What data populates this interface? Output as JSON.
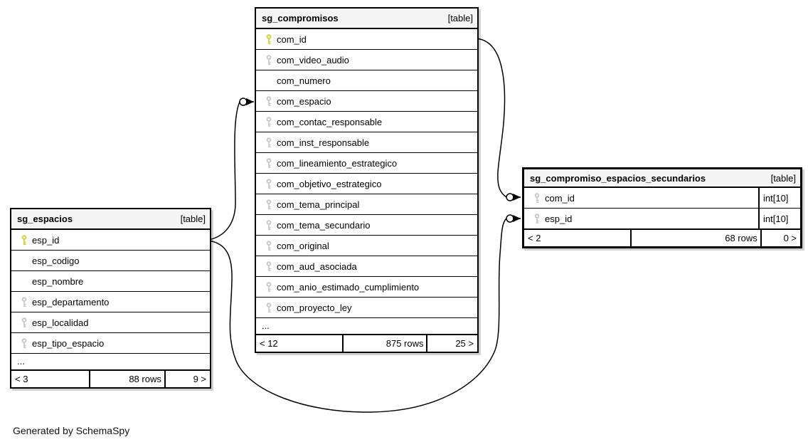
{
  "diagram": {
    "generated_by": "Generated by SchemaSpy"
  },
  "colors": {
    "primary_key": "#ccd22b",
    "foreign_key": "#c6c6c6",
    "header_bg": "#f4f4f4",
    "border": "#000000"
  },
  "tables": [
    {
      "id": "sg_espacios",
      "name": "sg_espacios",
      "badge": "[table]",
      "has_types": false,
      "columns": [
        {
          "name": "esp_id",
          "key": "primary"
        },
        {
          "name": "esp_codigo",
          "key": null
        },
        {
          "name": "esp_nombre",
          "key": null
        },
        {
          "name": "esp_departamento",
          "key": "fk"
        },
        {
          "name": "esp_localidad",
          "key": "fk"
        },
        {
          "name": "esp_tipo_espacio",
          "key": "fk"
        }
      ],
      "ellipsis": "...",
      "footer": {
        "left": "< 3",
        "center": "88 rows",
        "right": "9 >"
      }
    },
    {
      "id": "sg_compromisos",
      "name": "sg_compromisos",
      "badge": "[table]",
      "has_types": false,
      "columns": [
        {
          "name": "com_id",
          "key": "primary"
        },
        {
          "name": "com_video_audio",
          "key": "fk"
        },
        {
          "name": "com_numero",
          "key": null
        },
        {
          "name": "com_espacio",
          "key": "fk"
        },
        {
          "name": "com_contac_responsable",
          "key": "fk"
        },
        {
          "name": "com_inst_responsable",
          "key": "fk"
        },
        {
          "name": "com_lineamiento_estrategico",
          "key": "fk"
        },
        {
          "name": "com_objetivo_estrategico",
          "key": "fk"
        },
        {
          "name": "com_tema_principal",
          "key": "fk"
        },
        {
          "name": "com_tema_secundario",
          "key": "fk"
        },
        {
          "name": "com_original",
          "key": "fk"
        },
        {
          "name": "com_aud_asociada",
          "key": "fk"
        },
        {
          "name": "com_anio_estimado_cumplimiento",
          "key": "fk"
        },
        {
          "name": "com_proyecto_ley",
          "key": "fk"
        }
      ],
      "ellipsis": "...",
      "footer": {
        "left": "< 12",
        "center": "875 rows",
        "right": "25 >"
      }
    },
    {
      "id": "sg_compromiso_espacios_secundarios",
      "name": "sg_compromiso_espacios_secundarios",
      "badge": "[table]",
      "has_types": true,
      "columns": [
        {
          "name": "com_id",
          "key": "fk",
          "type": "int[10]"
        },
        {
          "name": "esp_id",
          "key": "fk",
          "type": "int[10]"
        }
      ],
      "footer": {
        "left": "< 2",
        "center": "68 rows",
        "right": "0 >"
      }
    }
  ],
  "relationships": [
    {
      "from": "sg_espacios.esp_id",
      "to": "sg_compromisos.com_espacio"
    },
    {
      "from": "sg_espacios.esp_id",
      "to": "sg_compromiso_espacios_secundarios.esp_id"
    },
    {
      "from": "sg_compromisos.com_id",
      "to": "sg_compromiso_espacios_secundarios.com_id"
    }
  ]
}
